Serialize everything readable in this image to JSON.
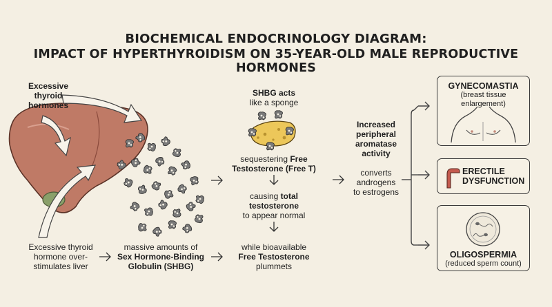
{
  "title": {
    "line1": "BIOCHEMICAL ENDOCRINOLOGY DIAGRAM:",
    "line2": "IMPACT OF HYPERTHYROIDISM ON 35-YEAR-OLD MALE REPRODUCTIVE HORMONES"
  },
  "left": {
    "top_label": [
      "Excessive",
      "thyroid",
      "hormones"
    ],
    "bottom_label": [
      "Excessive thyroid",
      "hormone over-",
      "stimulates liver"
    ]
  },
  "shbg": {
    "label": [
      "massive amounts of",
      "Sex Hormone-Binding",
      "Globulin (SHBG)"
    ]
  },
  "middle": {
    "sponge_label": [
      "SHBG acts",
      "like a sponge"
    ],
    "step1": [
      "sequestering ",
      "Free",
      "Testosterone (Free T)"
    ],
    "step2": [
      "causing ",
      "total",
      "testosterone",
      "to appear normal"
    ],
    "step3": [
      "while bioavailable",
      "Free Testosterone",
      "plummets"
    ]
  },
  "aromatase": {
    "label": [
      "Increased",
      "peripheral",
      "aromatase",
      "activity"
    ],
    "desc": [
      "converts",
      "androgens",
      "to estrogens"
    ]
  },
  "effects": {
    "gynecomastia": {
      "title": "GYNECOMASTIA",
      "sub": "(breast tissue enlargement)"
    },
    "erectile": {
      "title": [
        "ERECTILE",
        "DYSFUNCTION"
      ]
    },
    "oligospermia": {
      "title": "OLIGOSPERMIA",
      "sub": "(reduced sperm count)"
    }
  },
  "colors": {
    "background": "#f4efe3",
    "liver": "#bf7a66",
    "liver_dark": "#9a5647",
    "gallbladder": "#8aa06a",
    "sponge": "#ecc75a",
    "molecule": "#6e6e6e",
    "accent_red": "#b5493f"
  }
}
